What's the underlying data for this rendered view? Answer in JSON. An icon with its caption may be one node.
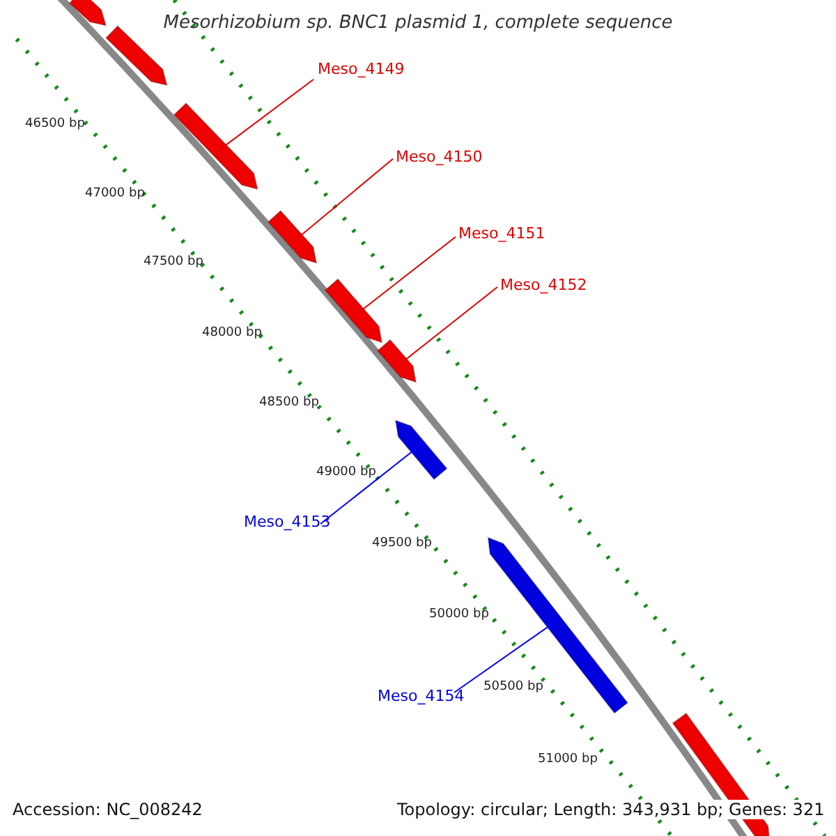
{
  "diagram": {
    "title": "Mesorhizobium sp. BNC1 plasmid 1, complete sequence",
    "nodes": [
      {
        "text": [
          "Meso_4149"
        ]
      },
      {
        "text": [
          "Meso_4150"
        ]
      },
      {
        "text": [
          "Meso_4151"
        ]
      },
      {
        "text": [
          "Meso_4152"
        ]
      },
      {
        "text": [
          "Meso_4153"
        ]
      },
      {
        "text": [
          "Meso_4154"
        ]
      },
      {
        "text": [],
        "shape": "arrow"
      },
      {
        "text": [],
        "shape": "arrow"
      },
      {
        "text": [],
        "shape": "arrow"
      },
      {
        "text": [],
        "shape": "arrow"
      },
      {
        "text": [],
        "shape": "arrow"
      },
      {
        "text": [],
        "shape": "arrow"
      },
      {
        "text": [],
        "shape": "arrow"
      },
      {
        "text": [],
        "shape": "arrow"
      },
      {
        "text": [],
        "shape": "arrow"
      }
    ],
    "edges": [
      {
        "from": 0,
        "to": 8,
        "arrow": "none"
      },
      {
        "from": 1,
        "to": 9,
        "arrow": "none"
      },
      {
        "from": 2,
        "to": 10,
        "arrow": "none"
      },
      {
        "from": 3,
        "to": 11,
        "arrow": "none"
      },
      {
        "from": 4,
        "to": 12,
        "arrow": "none",
        "color": "#0000ff"
      },
      {
        "from": 5,
        "to": 13,
        "arrow": "none",
        "color": "#0000ff"
      }
    ],
    "labels": [
      "46500 bp",
      "47000 bp",
      "47500 bp",
      "48000 bp",
      "48500 bp",
      "49000 bp",
      "49500 bp",
      "50000 bp",
      "50500 bp",
      "51000 bp",
      "Accession: NC_008242",
      "Topology: circular; Length: 343,931 bp; Genes: 321"
    ]
  }
}
